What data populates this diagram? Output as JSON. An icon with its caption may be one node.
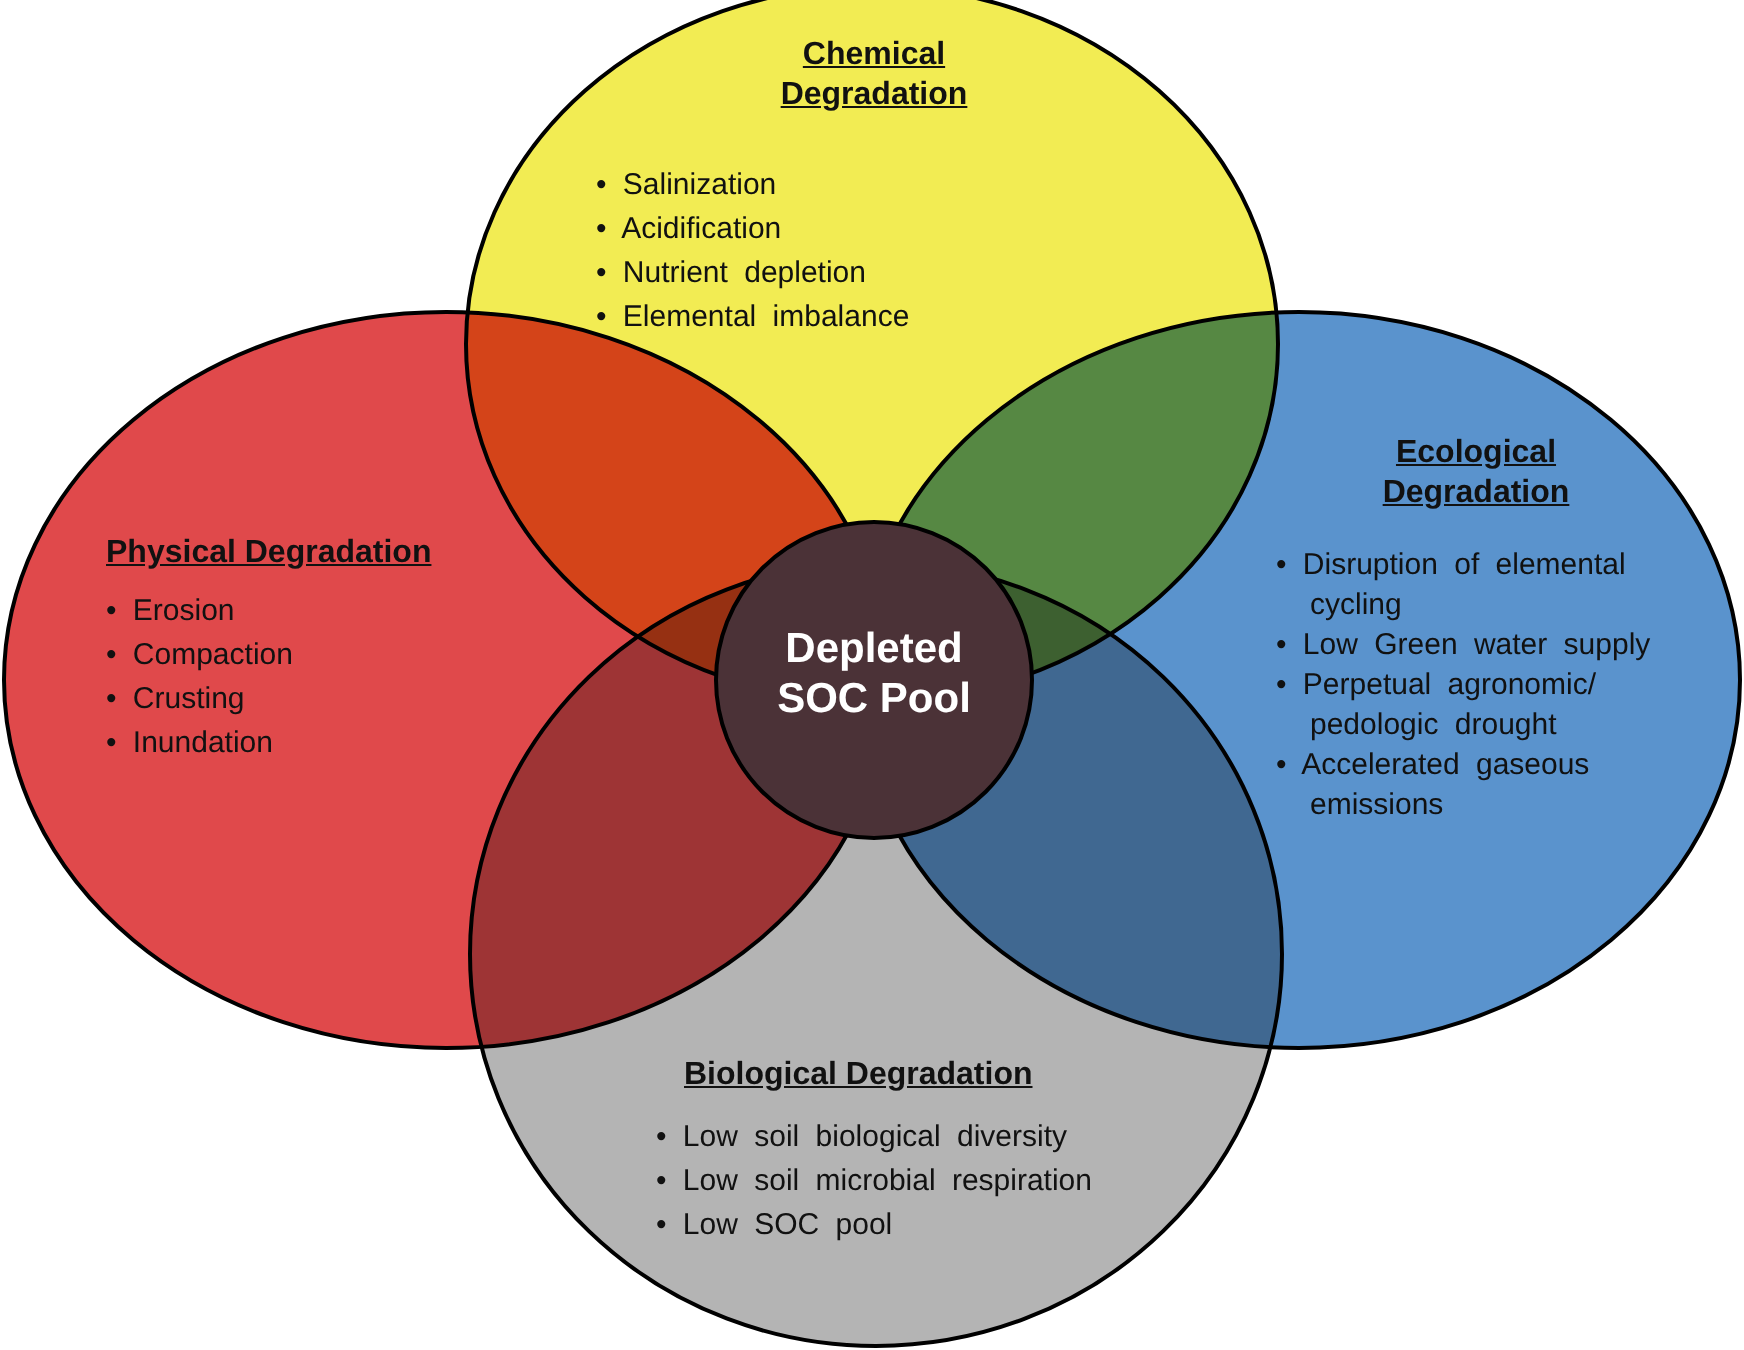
{
  "diagram": {
    "nodes": [
      {
        "text": [
          "Chemical Degradation",
          "• Salinization",
          "• Acidification",
          "• Nutrient depletion",
          "• Elemental imbalance"
        ]
      },
      {
        "text": [
          "Physical Degradation",
          "• Erosion",
          "• Compaction",
          "• Crusting",
          "• Inundation"
        ]
      },
      {
        "text": [
          "Depleted SOC Pool"
        ]
      },
      {
        "text": [
          "Ecological Degradation",
          "• Disruption of elemental cycling",
          "• Low Green water supply",
          "• Perpetual agronomic/ pedologic drought",
          "• Accelerated gaseous emissions"
        ]
      },
      {
        "text": [
          "Biological Degradation",
          "• Low soil biological diversity",
          "• Low soil microbial respiration",
          "• Low SOC pool"
        ]
      }
    ]
  }
}
